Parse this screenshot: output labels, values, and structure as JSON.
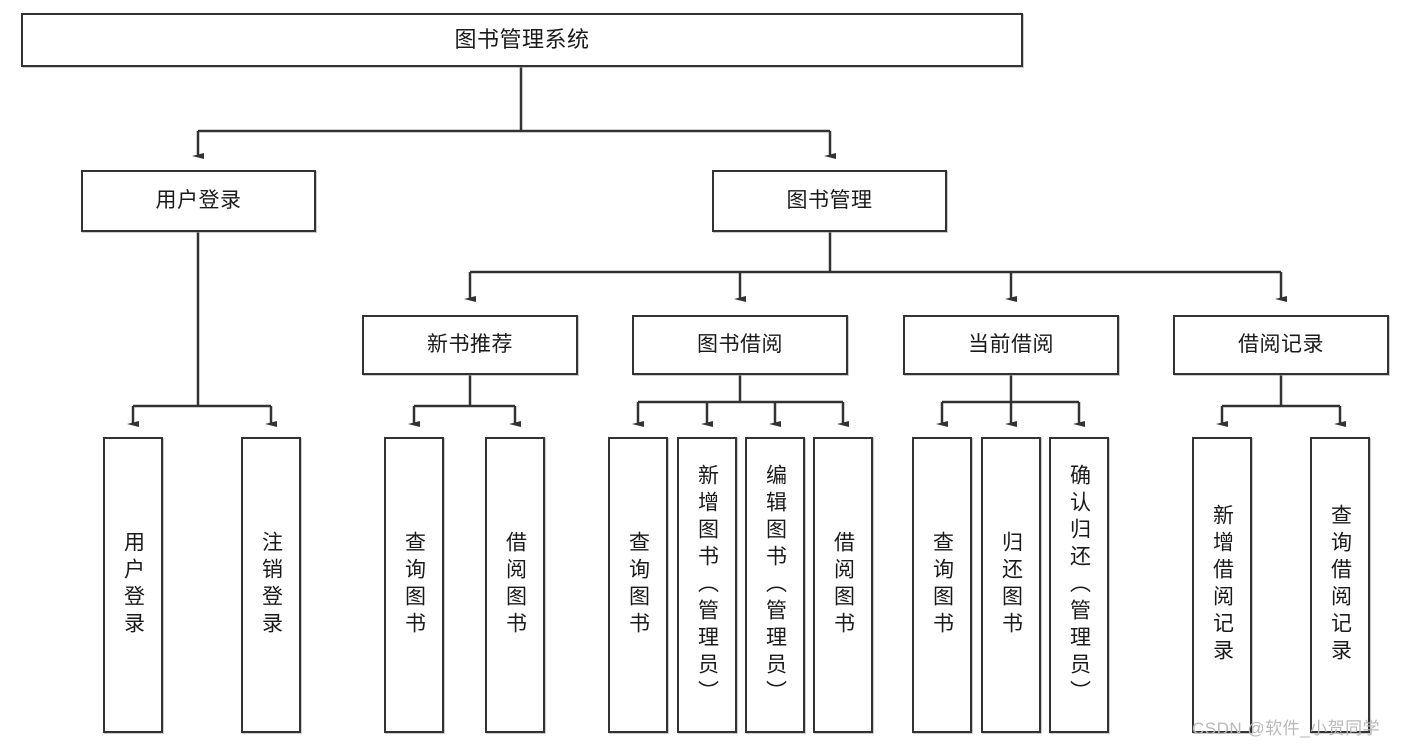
{
  "diagram": {
    "type": "tree-hierarchy",
    "title": "图书管理系统",
    "watermark": "CSDN @软件_小贺同学",
    "colors": {
      "box_border": "#333333",
      "box_fill": "#ffffff",
      "connector": "#333333",
      "text": "#1a1a1a",
      "watermark": "#b9b9b9",
      "background": "#ffffff"
    },
    "nodes": {
      "root": {
        "label": "图书管理系统"
      },
      "level2": [
        {
          "id": "user-login",
          "label": "用户登录"
        },
        {
          "id": "book-manage",
          "label": "图书管理"
        }
      ],
      "level3": [
        {
          "id": "new-book-recommend",
          "label": "新书推荐"
        },
        {
          "id": "book-borrow",
          "label": "图书借阅"
        },
        {
          "id": "current-borrow",
          "label": "当前借阅"
        },
        {
          "id": "borrow-record",
          "label": "借阅记录"
        }
      ],
      "leaves": {
        "user-login": [
          {
            "id": "leaf-user-login",
            "label": "用户登录"
          },
          {
            "id": "leaf-logout",
            "label": "注销登录"
          }
        ],
        "new-book-recommend": [
          {
            "id": "leaf-query-book-1",
            "label": "查询图书"
          },
          {
            "id": "leaf-borrow-book-1",
            "label": "借阅图书"
          }
        ],
        "book-borrow": [
          {
            "id": "leaf-query-book-2",
            "label": "查询图书"
          },
          {
            "id": "leaf-add-book",
            "label": "新增图书（管理员）"
          },
          {
            "id": "leaf-edit-book",
            "label": "编辑图书（管理员）"
          },
          {
            "id": "leaf-borrow-book-2",
            "label": "借阅图书"
          }
        ],
        "current-borrow": [
          {
            "id": "leaf-query-book-3",
            "label": "查询图书"
          },
          {
            "id": "leaf-return-book",
            "label": "归还图书"
          },
          {
            "id": "leaf-confirm-return",
            "label": "确认归还（管理员）"
          }
        ],
        "borrow-record": [
          {
            "id": "leaf-add-record",
            "label": "新增借阅记录"
          },
          {
            "id": "leaf-query-record",
            "label": "查询借阅记录"
          }
        ]
      }
    }
  }
}
